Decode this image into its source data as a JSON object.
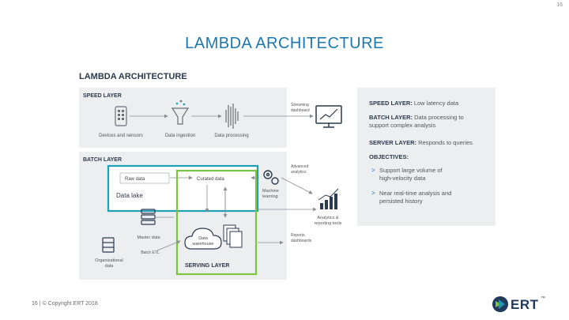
{
  "page_number": "16",
  "slide_title": "LAMBDA ARCHITECTURE",
  "footer": {
    "page": "16",
    "separator": "|",
    "copyright": "© Copyright ERT 2018"
  },
  "logo": {
    "text": "ERT",
    "mark": "™"
  },
  "diagram": {
    "title": "LAMBDA ARCHITECTURE",
    "speed_layer": {
      "title": "SPEED LAYER",
      "devices_label": "Devices and sensors",
      "ingestion_label": "Data ingestion",
      "processing_label": "Data processing",
      "streaming_label_1": "Streaming",
      "streaming_label_2": "dashboard"
    },
    "batch_layer": {
      "title": "BATCH LAYER",
      "raw_data": "Raw data",
      "curated_data": "Curated data",
      "data_lake": "Data lake",
      "master_data": "Master data",
      "batch_etl": "Batch ETL",
      "org_data_1": "Organizational",
      "org_data_2": "data",
      "warehouse_1": "Data",
      "warehouse_2": "warehouse",
      "advanced_1": "Advanced",
      "advanced_2": "analytics",
      "ml_1": "Machine",
      "ml_2": "learning",
      "analytics_1": "Analytics &",
      "analytics_2": "reporting tools",
      "reports_1": "Reports,",
      "reports_2": "dashboards"
    },
    "serving_layer_title": "SERVING LAYER",
    "summary": {
      "speed_head": "SPEED LAYER:",
      "speed_text": " Low latency data",
      "batch_head": "BATCH LAYER:",
      "batch_text_1": " Data processing to",
      "batch_text_2": "support complex analysis",
      "server_head": "SERVER LAYER:",
      "server_text": " Responds to queries",
      "objectives_title": "OBJECTIVES:",
      "objective_1_line_1": "Support large volume of",
      "objective_1_line_2": "high-velocity data",
      "objective_2_line_1": "Near real-time analysis and",
      "objective_2_line_2": "persisted history",
      "bullet": ">"
    }
  },
  "colors": {
    "title_blue": "#1b77b1",
    "heading_navy": "#2b3a4f",
    "panel_gray": "#eceef0",
    "green": "#7dc243",
    "teal": "#1ea0b7",
    "icon_gray": "#6b6f75"
  }
}
